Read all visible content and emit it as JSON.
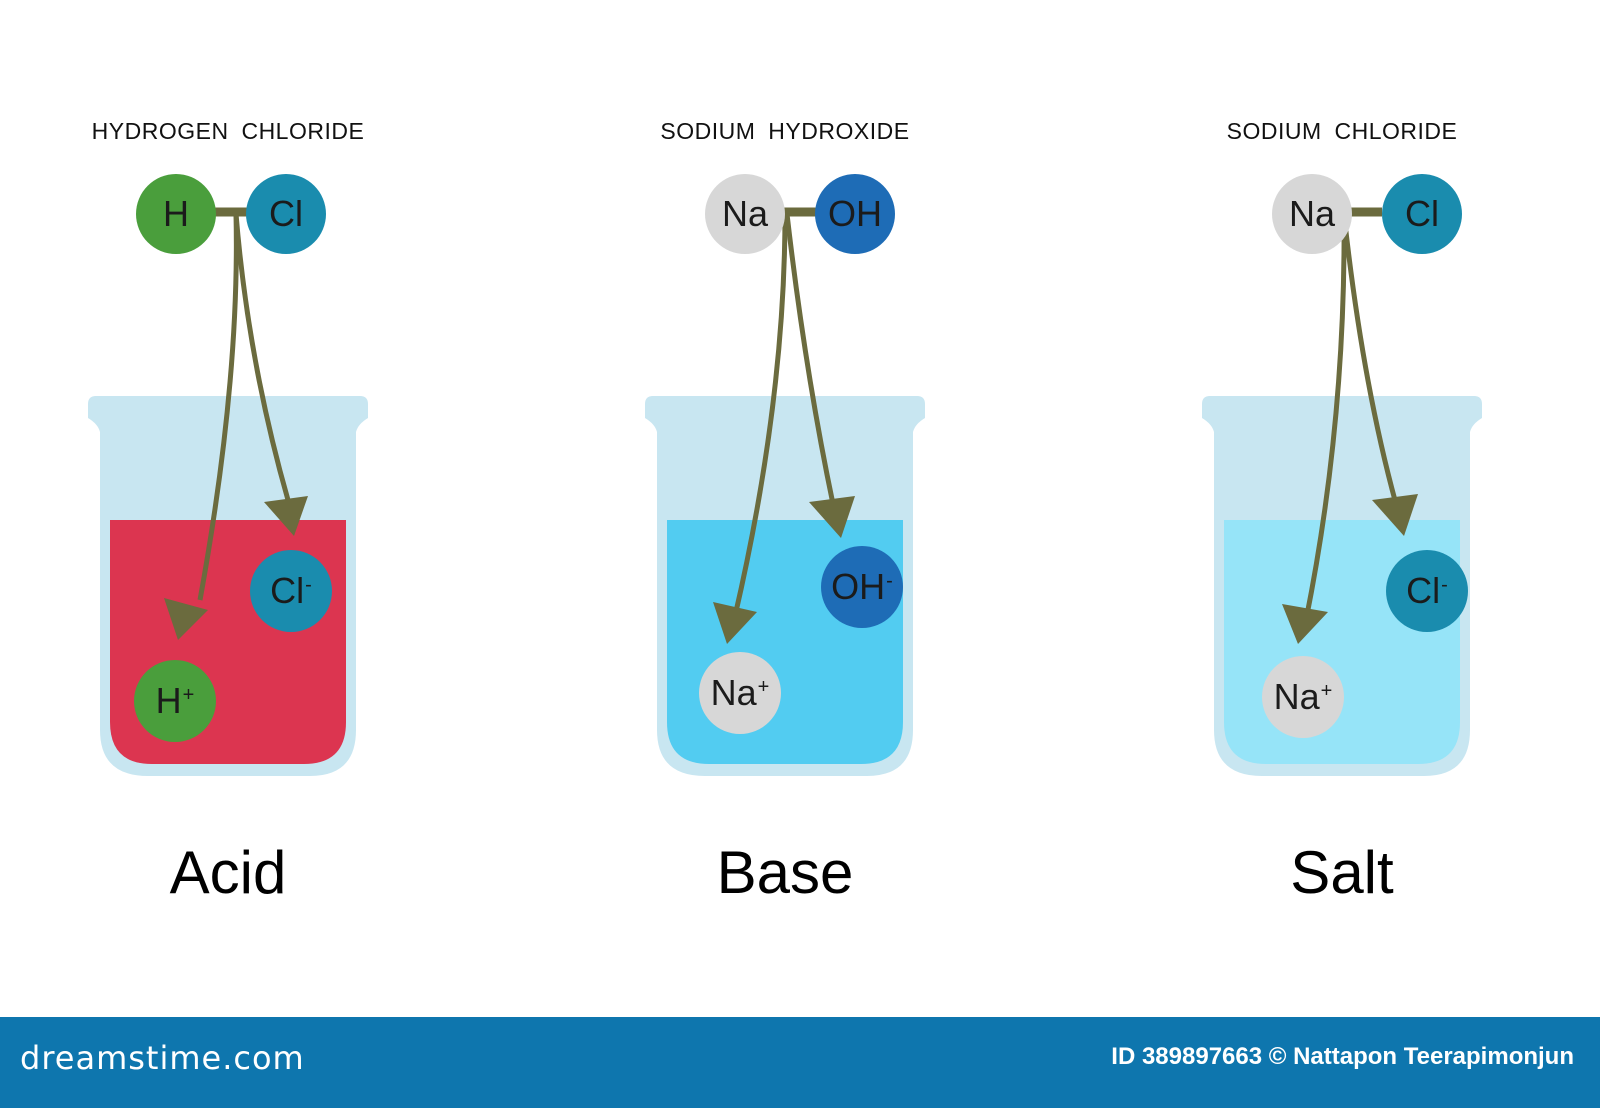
{
  "panels": [
    {
      "compound_name": "HYDROGEN CHLORIDE",
      "atoms": [
        {
          "symbol": "H",
          "color": "#4a9e3c"
        },
        {
          "symbol": "Cl",
          "color": "#1a8cae"
        }
      ],
      "ions": [
        {
          "symbol": "Cl",
          "charge": "-",
          "color": "#1a8cae"
        },
        {
          "symbol": "H",
          "charge": "+",
          "color": "#4a9e3c"
        }
      ],
      "liquid_color": "#dc3550",
      "category": "Acid"
    },
    {
      "compound_name": "SODIUM HYDROXIDE",
      "atoms": [
        {
          "symbol": "Na",
          "color": "#d7d7d7"
        },
        {
          "symbol": "OH",
          "color": "#1e6cb6"
        }
      ],
      "ions": [
        {
          "symbol": "OH",
          "charge": "-",
          "color": "#1e6cb6"
        },
        {
          "symbol": "Na",
          "charge": "+",
          "color": "#d7d7d7"
        }
      ],
      "liquid_color": "#52ccf1",
      "category": "Base"
    },
    {
      "compound_name": "SODIUM CHLORIDE",
      "atoms": [
        {
          "symbol": "Na",
          "color": "#d7d7d7"
        },
        {
          "symbol": "Cl",
          "color": "#1a8cae"
        }
      ],
      "ions": [
        {
          "symbol": "Cl",
          "charge": "-",
          "color": "#1a8cae"
        },
        {
          "symbol": "Na",
          "charge": "+",
          "color": "#d7d7d7"
        }
      ],
      "liquid_color": "#96e4f8",
      "category": "Salt"
    }
  ],
  "colors": {
    "bond": "#6b6b3e",
    "arrow": "#6b6b3e",
    "beaker_glass": "#c8e6f1",
    "footer_background": "#0e76ae"
  },
  "footer": {
    "logo": "dreamstime.com",
    "credit": "ID 389897663 © Nattapon Teerapimonjun"
  }
}
